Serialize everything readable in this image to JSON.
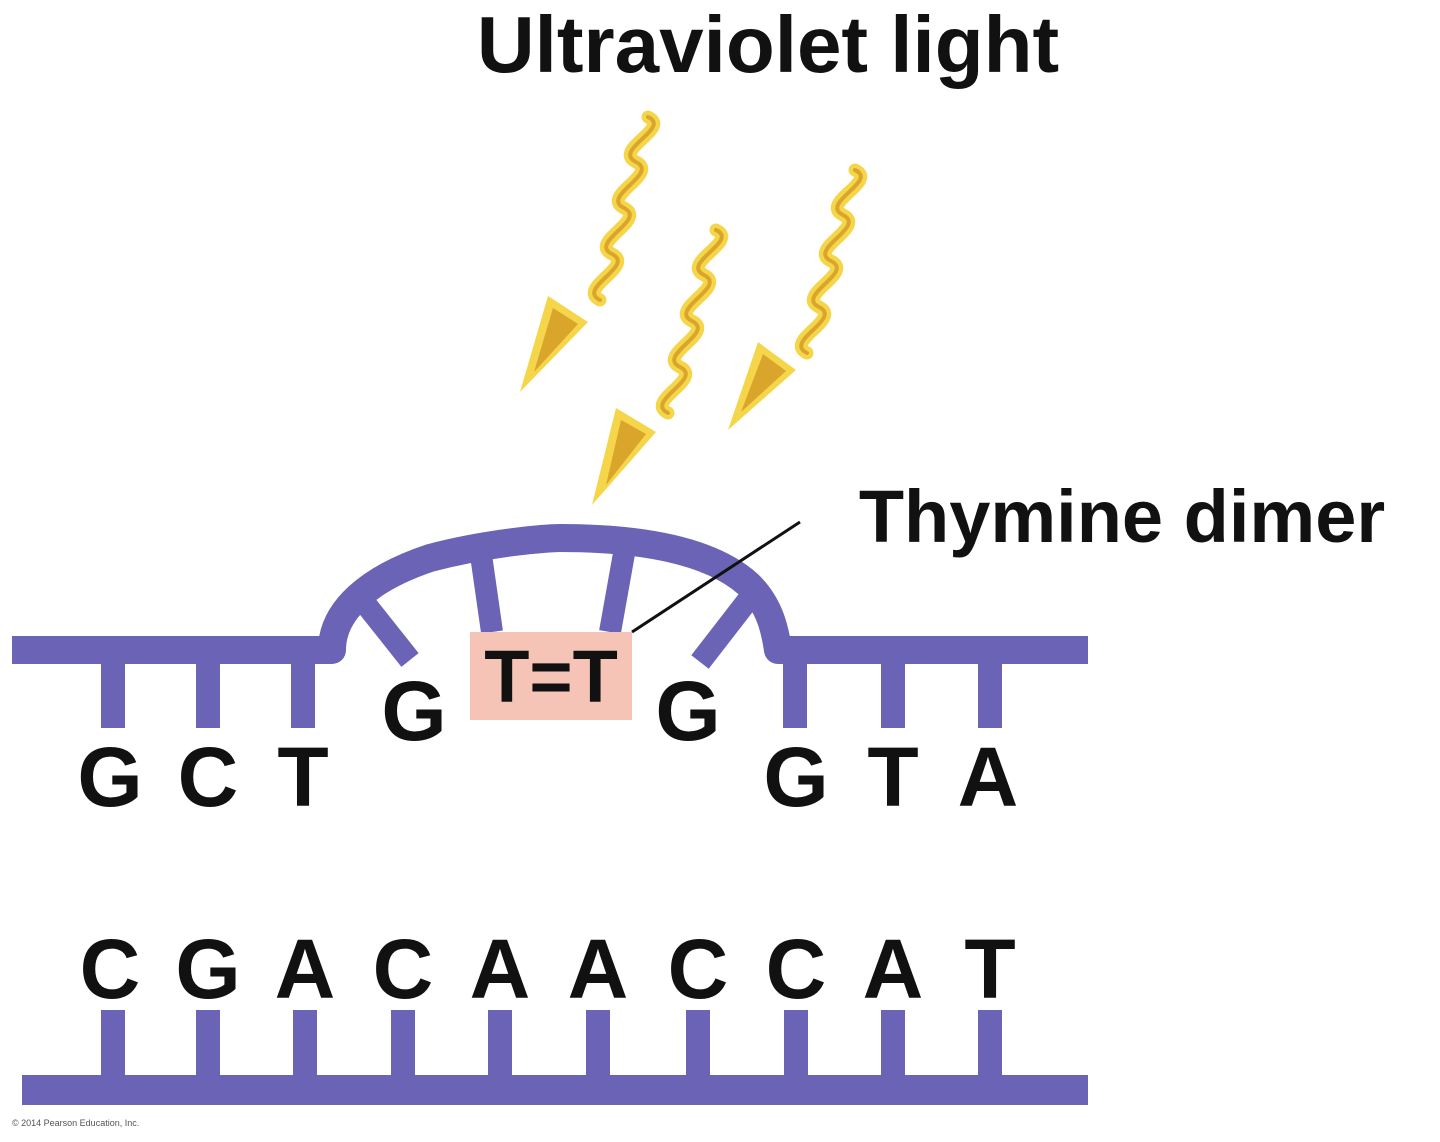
{
  "title": "Ultraviolet light",
  "callout": "Thymine dimer",
  "dimer": "T=T",
  "upper_strand": {
    "left_bases": [
      "G",
      "C",
      "T"
    ],
    "bulge_bases": [
      "G",
      "G"
    ],
    "right_bases": [
      "G",
      "T",
      "A"
    ]
  },
  "lower_strand": {
    "bases": [
      "C",
      "G",
      "A",
      "C",
      "A",
      "A",
      "C",
      "C",
      "A",
      "T"
    ]
  },
  "copyright": "© 2014 Pearson Education, Inc.",
  "colors": {
    "strand": "#6b63b5",
    "dimer_box": "#f5c4b6",
    "ray_outer": "#f5d64a",
    "ray_inner": "#d9a52b",
    "text": "#111111"
  }
}
